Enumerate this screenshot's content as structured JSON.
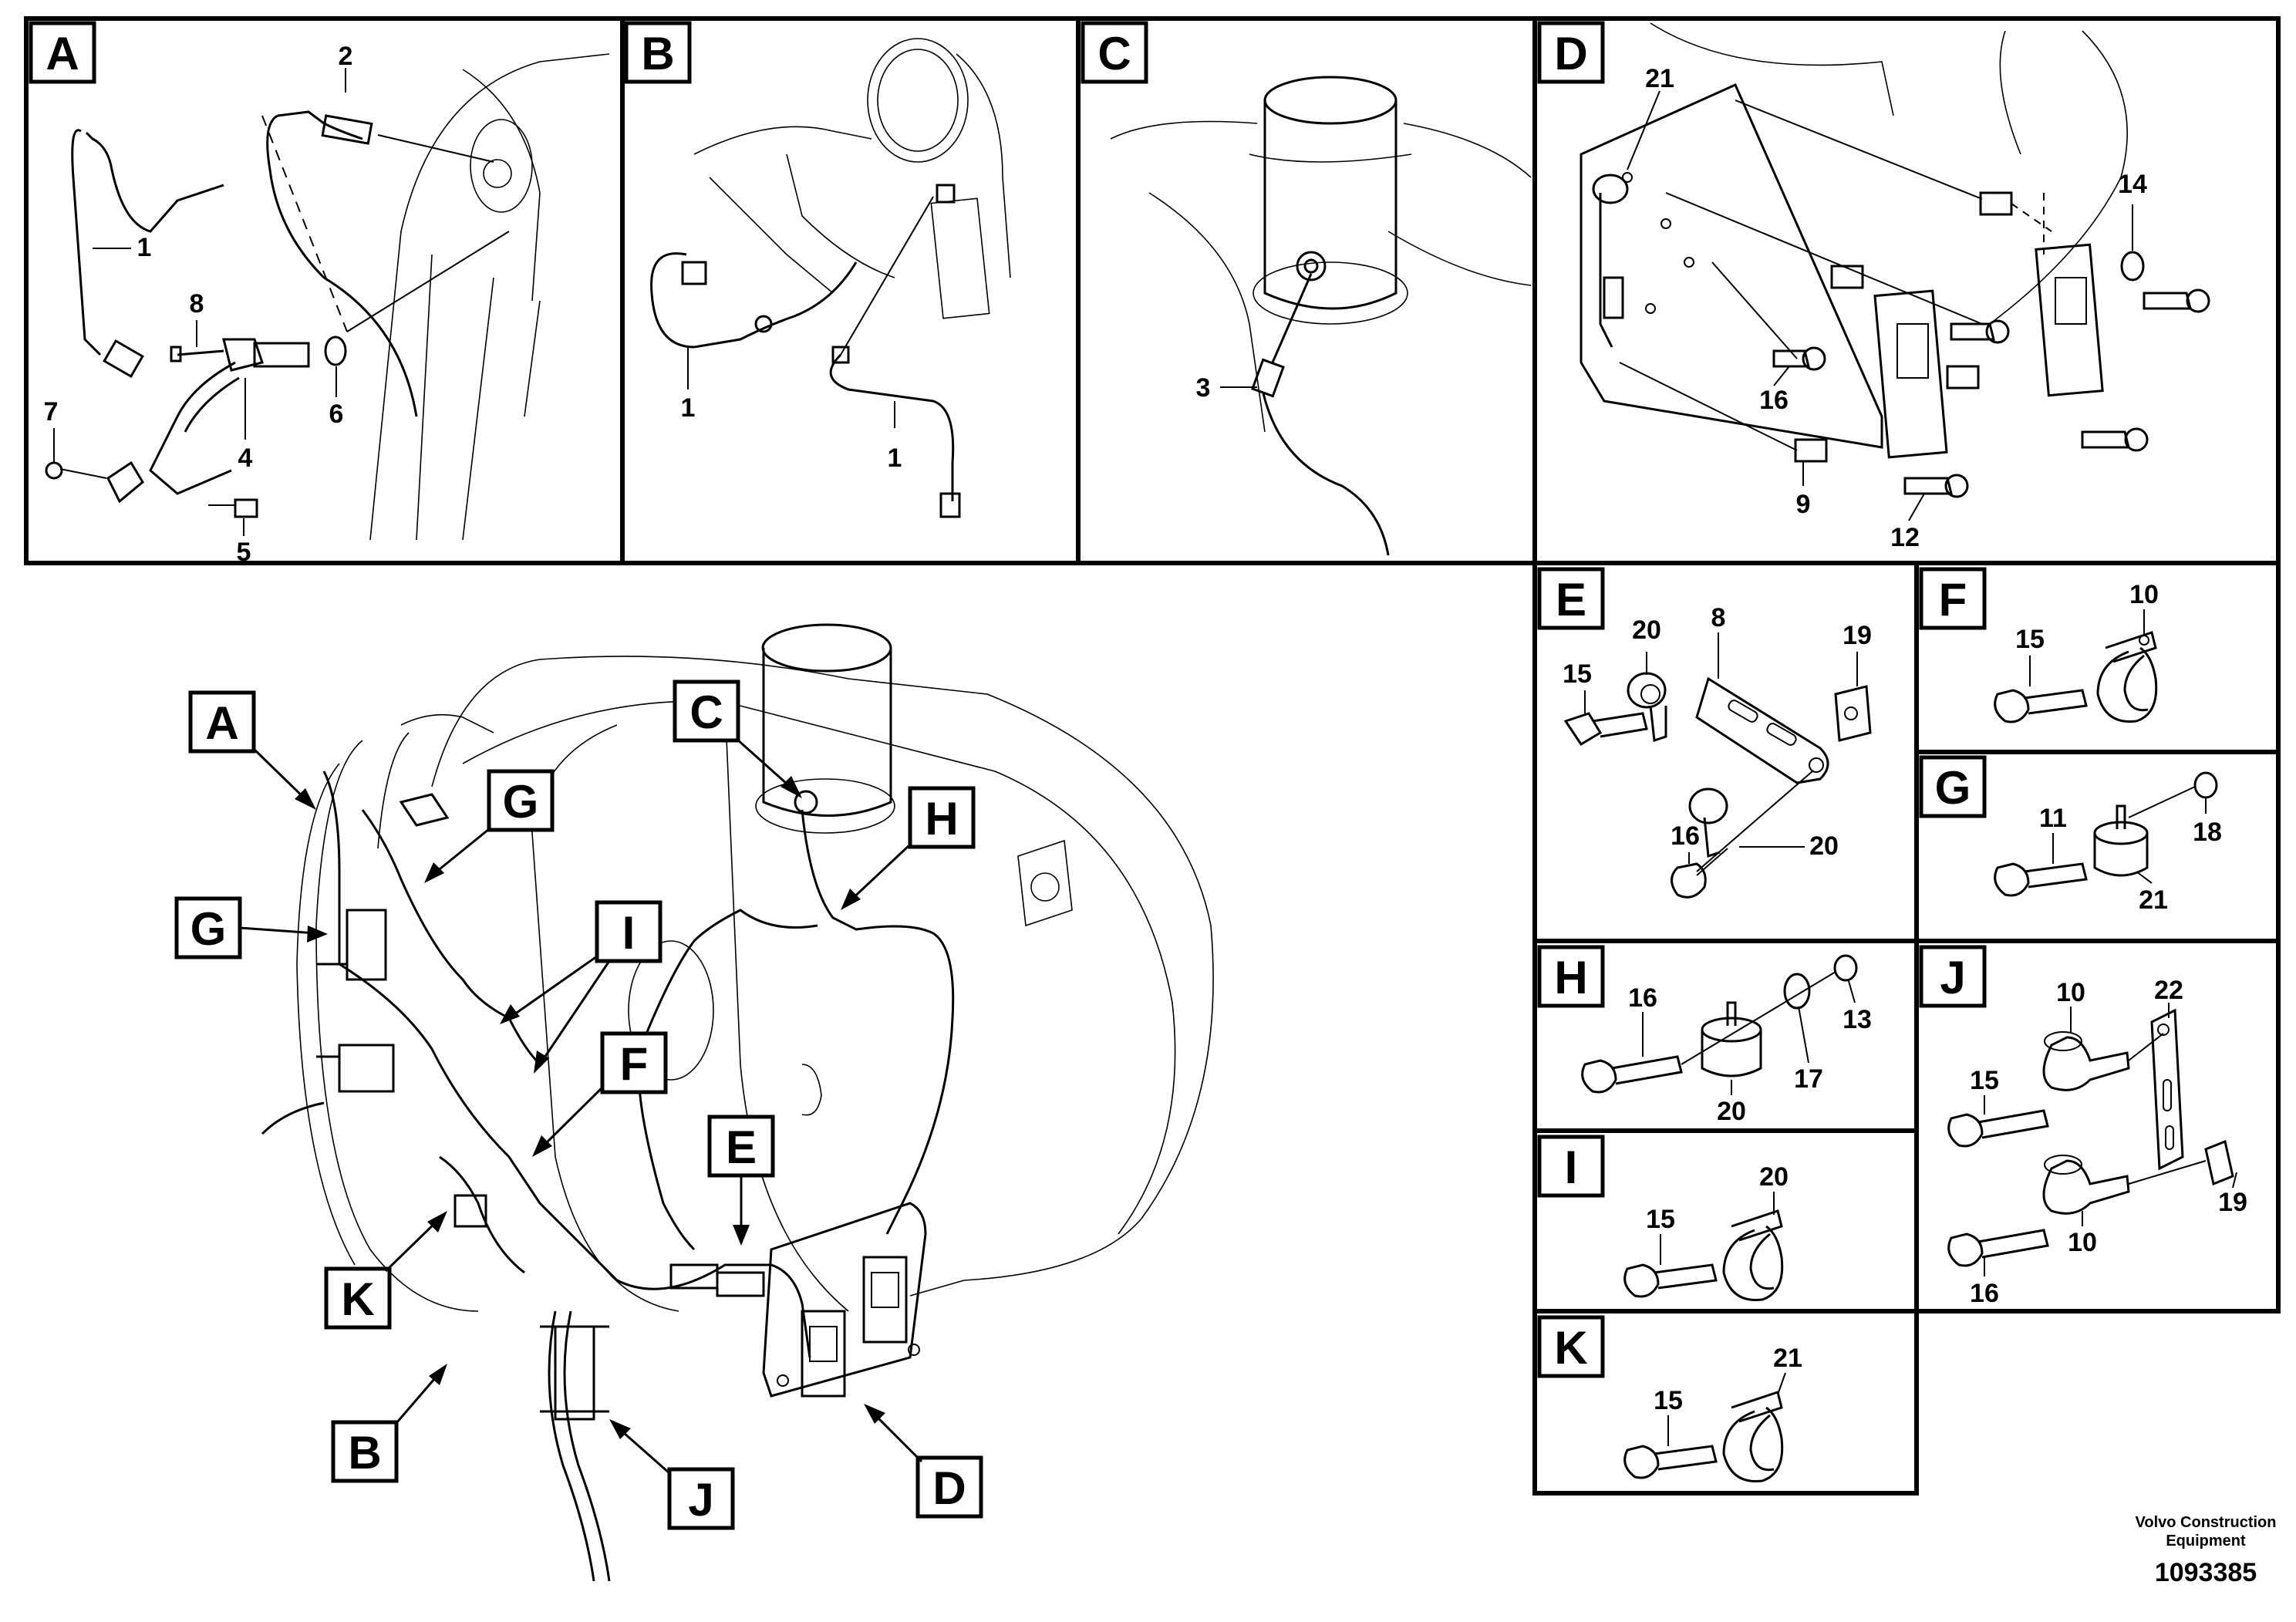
{
  "panels_top": {
    "A": {
      "letter": "A",
      "labels": [
        "2",
        "1",
        "8",
        "7",
        "4",
        "6",
        "5"
      ]
    },
    "B": {
      "letter": "B",
      "labels": [
        "1",
        "1"
      ]
    },
    "C": {
      "letter": "C",
      "labels": [
        "3"
      ]
    },
    "D": {
      "letter": "D",
      "labels": [
        "21",
        "14",
        "16",
        "9",
        "12"
      ]
    }
  },
  "panels_side": {
    "E": {
      "letter": "E",
      "labels": [
        "20",
        "8",
        "19",
        "15",
        "16",
        "20"
      ]
    },
    "F": {
      "letter": "F",
      "labels": [
        "10",
        "15"
      ]
    },
    "G": {
      "letter": "G",
      "labels": [
        "11",
        "18",
        "21"
      ]
    },
    "H": {
      "letter": "H",
      "labels": [
        "16",
        "13",
        "20",
        "17"
      ]
    },
    "J": {
      "letter": "J",
      "labels": [
        "22",
        "10",
        "15",
        "19",
        "10",
        "16"
      ]
    },
    "I": {
      "letter": "I",
      "labels": [
        "20",
        "15"
      ]
    },
    "K": {
      "letter": "K",
      "labels": [
        "21",
        "15"
      ]
    }
  },
  "main_callouts": [
    "A",
    "C",
    "G",
    "G",
    "H",
    "I",
    "F",
    "E",
    "K",
    "B",
    "J",
    "D"
  ],
  "footer": {
    "brand_line1": "Volvo Construction",
    "brand_line2": "Equipment",
    "drawing_number": "1093385"
  }
}
